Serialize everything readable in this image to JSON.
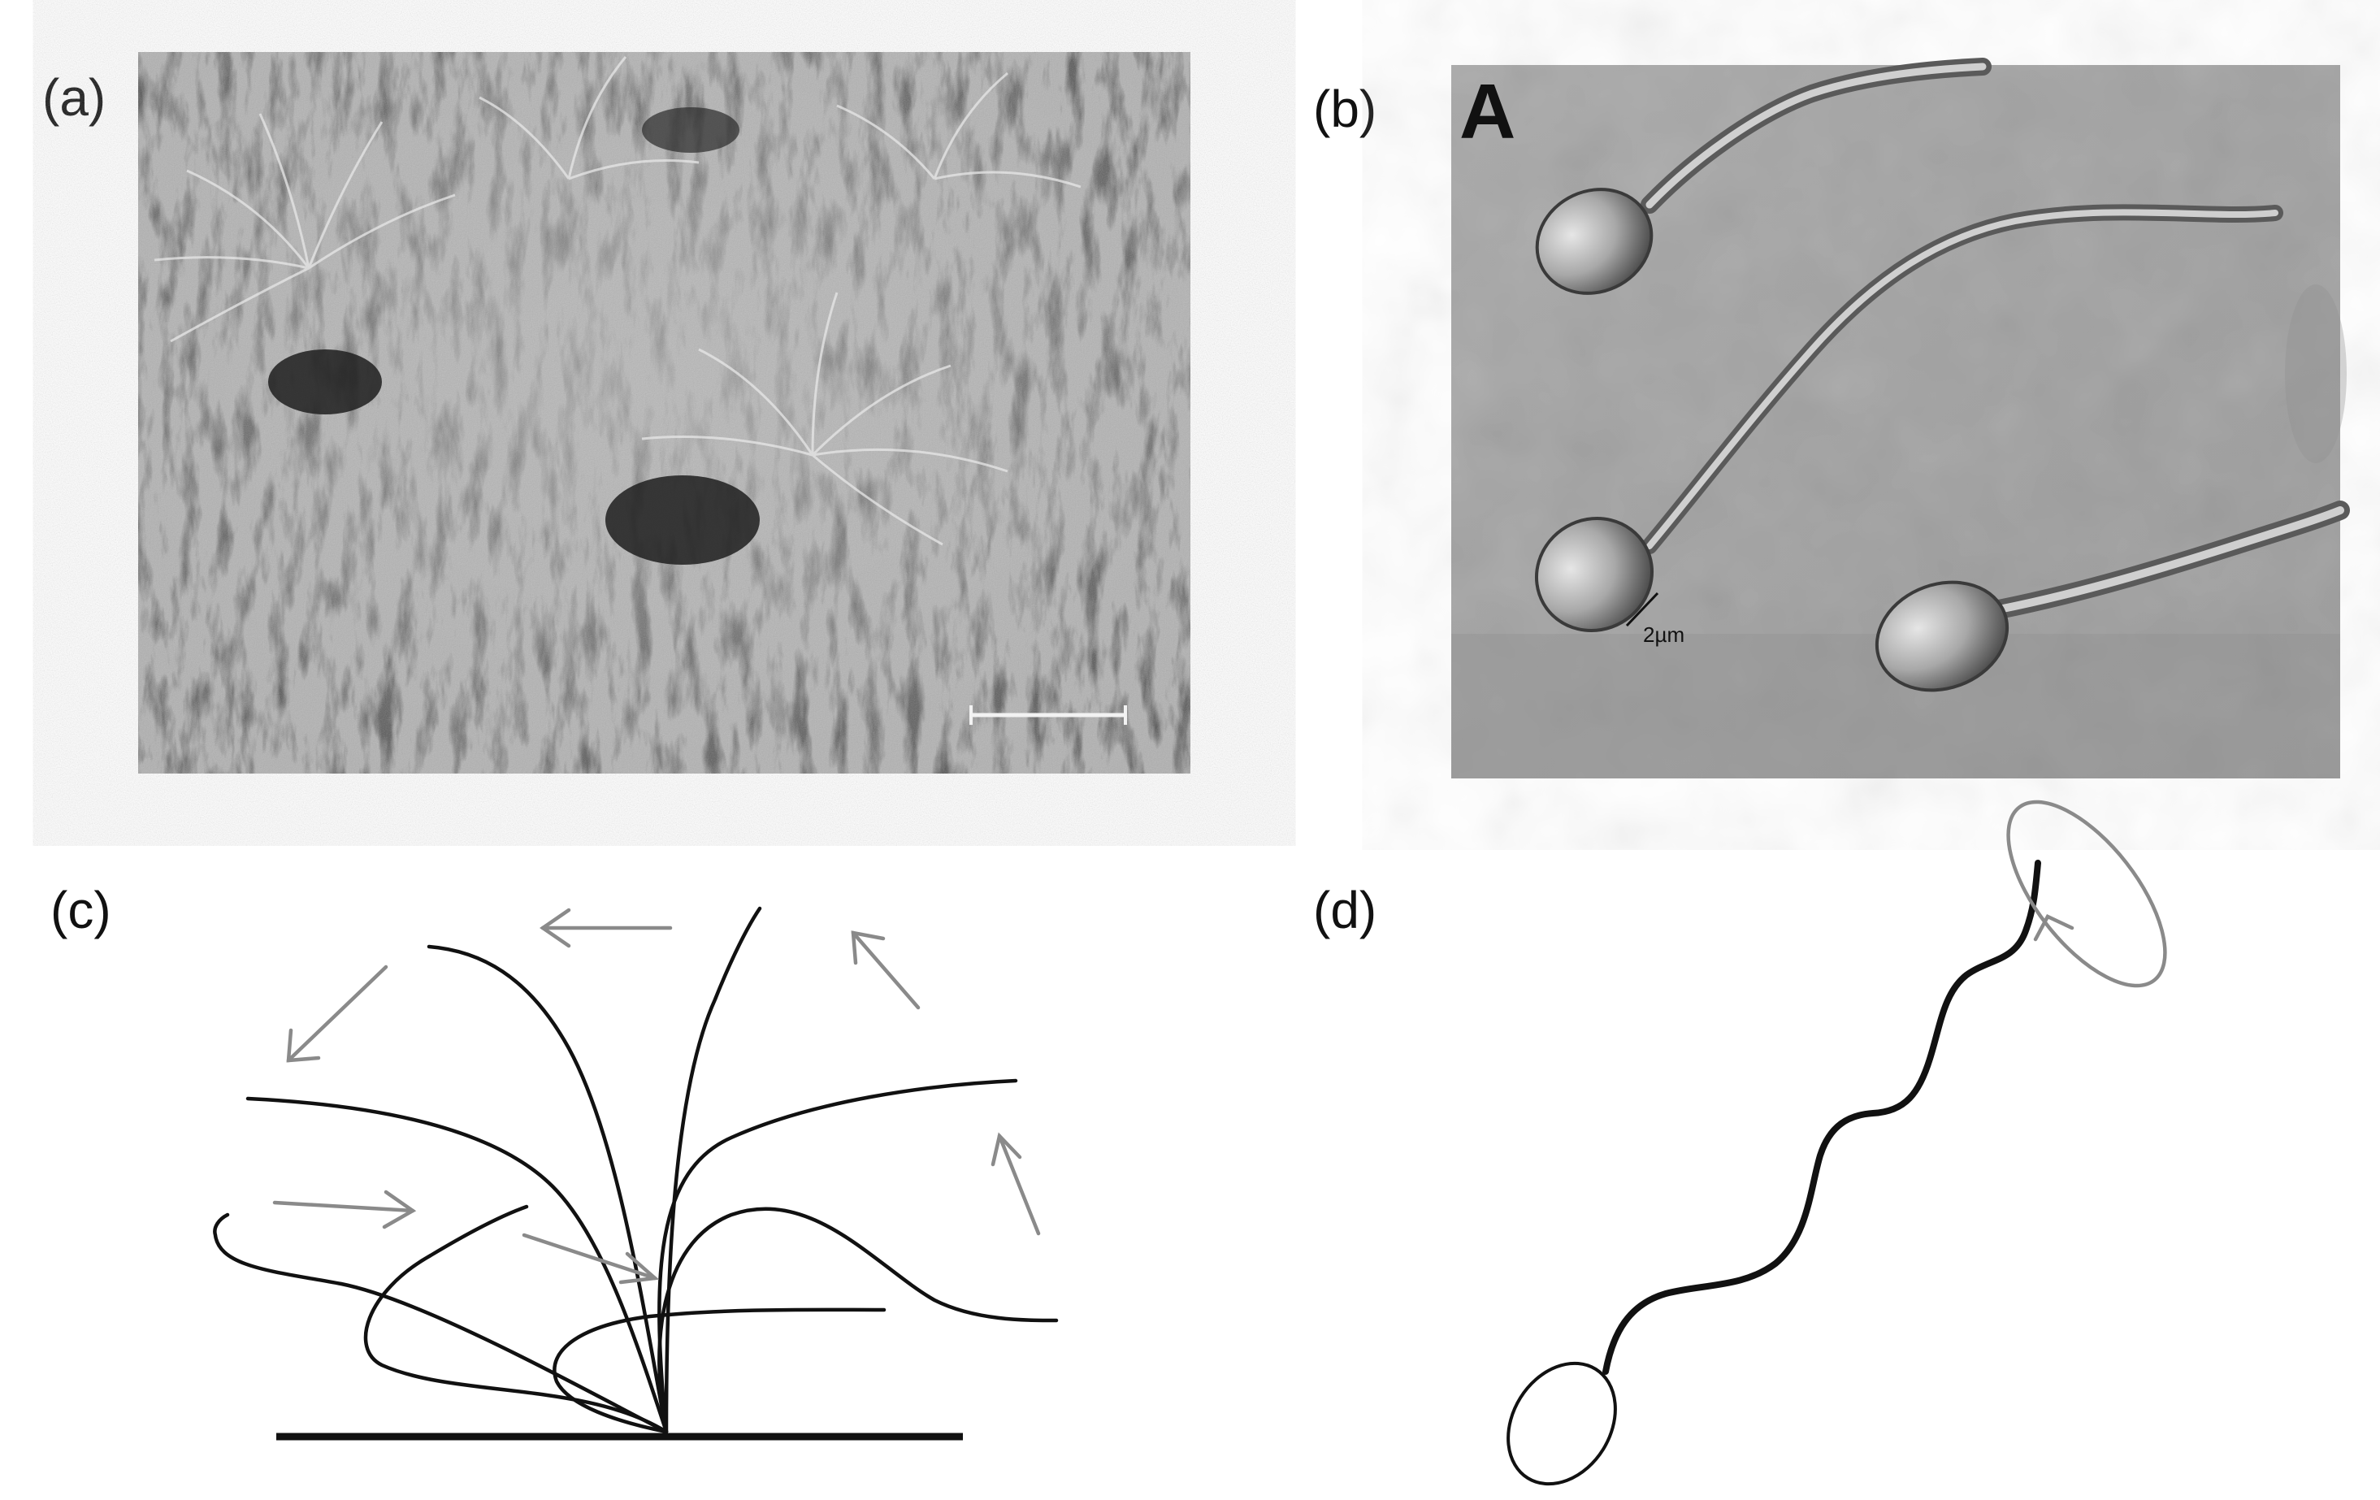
{
  "panels": {
    "a": {
      "label": "(a)"
    },
    "b": {
      "label": "(b)",
      "inset_letter": "A",
      "scale_label": "2µm"
    },
    "c": {
      "label": "(c)"
    },
    "d": {
      "label": "(d)"
    }
  },
  "colors": {
    "line": "#111111",
    "arrow": "#8a8a8a",
    "background": "#ffffff"
  }
}
